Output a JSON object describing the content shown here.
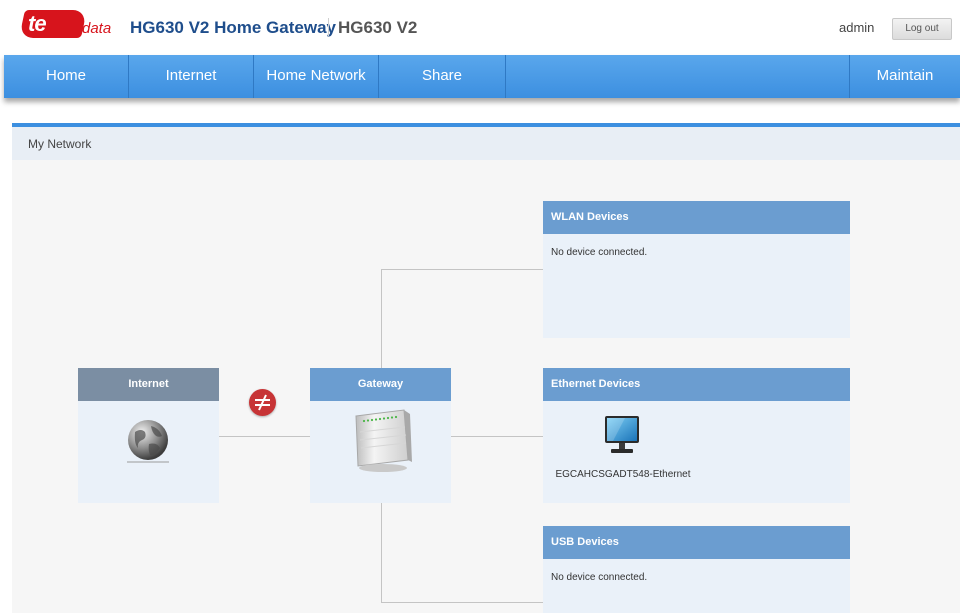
{
  "header": {
    "logo_text": "te",
    "logo_suffix": "data",
    "app_title": "HG630 V2 Home Gateway",
    "model": "HG630 V2",
    "user": "admin",
    "logout_label": "Log out"
  },
  "nav": {
    "items": [
      "Home",
      "Internet",
      "Home Network",
      "Share"
    ],
    "right_item": "Maintain"
  },
  "section": {
    "title": "My Network"
  },
  "topology": {
    "internet": {
      "title": "Internet",
      "icon": "globe-icon"
    },
    "gateway": {
      "title": "Gateway",
      "icon": "router-icon"
    },
    "disconnect_icon": "disconnected-link-icon",
    "wlan": {
      "title": "WLAN Devices",
      "status": "No device connected."
    },
    "ethernet": {
      "title": "Ethernet Devices",
      "device_name": "EGCAHCSGADT548-Ethernet",
      "device_icon": "computer-monitor-icon"
    },
    "usb": {
      "title": "USB Devices",
      "status": "No device connected."
    }
  },
  "colors": {
    "nav_blue": "#3c8fe0",
    "panel_header_blue": "#6b9dd0",
    "panel_header_gray": "#7b8ea3",
    "panel_body": "#eaf1f9",
    "brand_red": "#d7141c",
    "disconnect_red": "#c73436"
  }
}
